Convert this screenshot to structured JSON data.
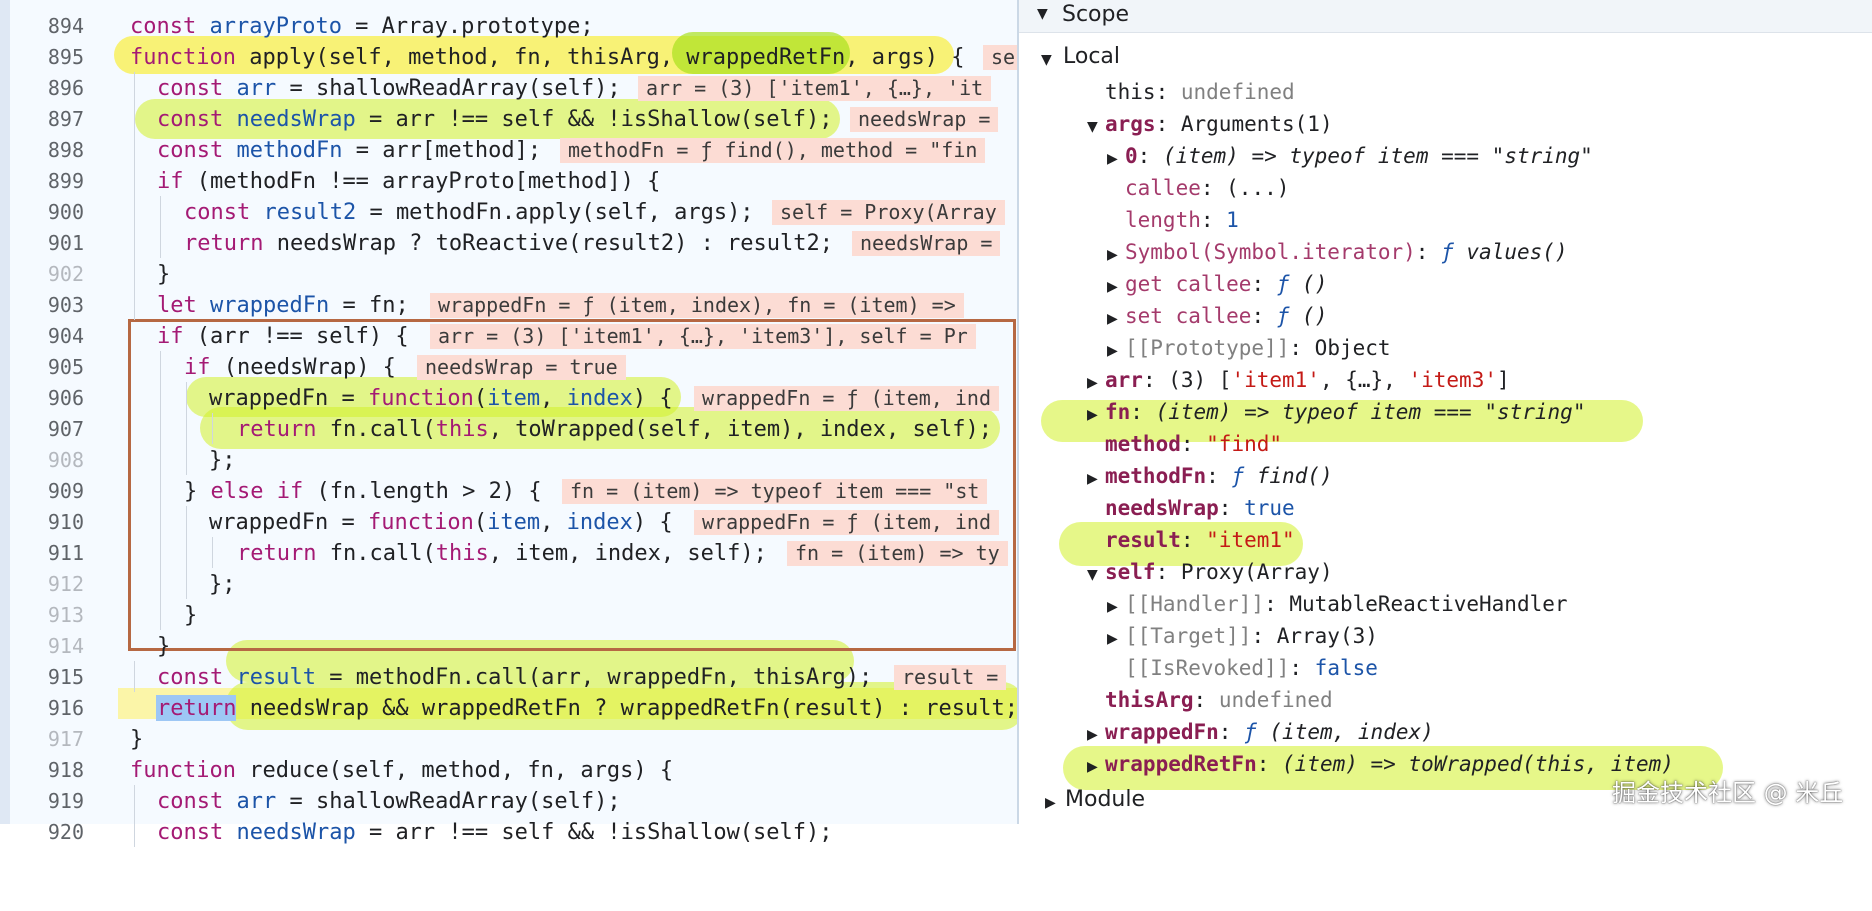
{
  "editor": {
    "lines": [
      {
        "n": "894",
        "t": "const arrayProto = Array.prototype;"
      },
      {
        "n": "895",
        "t": "function apply(self, method, fn, thisArg, wrappedRetFn, args) {",
        "i": "se"
      },
      {
        "n": "896",
        "t": "const arr = shallowReadArray(self);",
        "i": "arr = (3) ['item1', {…}, 'it"
      },
      {
        "n": "897",
        "t": "const needsWrap = arr !== self && !isShallow(self);",
        "i": "needsWrap ="
      },
      {
        "n": "898",
        "t": "const methodFn = arr[method];",
        "i": "methodFn = ƒ find(), method = \"fin"
      },
      {
        "n": "899",
        "t": "if (methodFn !== arrayProto[method]) {"
      },
      {
        "n": "900",
        "t": "const result2 = methodFn.apply(self, args);",
        "i": "self = Proxy(Array"
      },
      {
        "n": "901",
        "t": "return needsWrap ? toReactive(result2) : result2;",
        "i": "needsWrap ="
      },
      {
        "n": "902",
        "t": "}"
      },
      {
        "n": "903",
        "t": "let wrappedFn = fn;",
        "i": "wrappedFn = ƒ (item, index), fn = (item) =>"
      },
      {
        "n": "904",
        "t": "if (arr !== self) {",
        "i": "arr = (3) ['item1', {…}, 'item3'], self = Pr"
      },
      {
        "n": "905",
        "t": "if (needsWrap) {",
        "i": "needsWrap = true"
      },
      {
        "n": "906",
        "t": "wrappedFn = function(item, index) {",
        "i": "wrappedFn = ƒ (item, ind"
      },
      {
        "n": "907",
        "t": "return fn.call(this, toWrapped(self, item), index, self);"
      },
      {
        "n": "908",
        "t": "};"
      },
      {
        "n": "909",
        "t": "} else if (fn.length > 2) {",
        "i": "fn = (item) => typeof item === \"st"
      },
      {
        "n": "910",
        "t": "wrappedFn = function(item, index) {",
        "i": "wrappedFn = ƒ (item, ind"
      },
      {
        "n": "911",
        "t": "return fn.call(this, item, index, self);",
        "i": "fn = (item) => ty"
      },
      {
        "n": "912",
        "t": "};"
      },
      {
        "n": "913",
        "t": "}"
      },
      {
        "n": "914",
        "t": "}"
      },
      {
        "n": "915",
        "t": "const result = methodFn.call(arr, wrappedFn, thisArg);",
        "i": "result ="
      },
      {
        "n": "916",
        "t": "return needsWrap && wrappedRetFn ? wrappedRetFn(result) : result;"
      },
      {
        "n": "917",
        "t": "}"
      },
      {
        "n": "918",
        "t": "function reduce(self, method, fn, args) {"
      },
      {
        "n": "919",
        "t": "const arr = shallowReadArray(self);"
      },
      {
        "n": "920",
        "t": "const needsWrap = arr !== self && !isShallow(self);"
      }
    ]
  },
  "scope": {
    "header": "Scope",
    "local": "Local",
    "module": "Module",
    "items": {
      "this_k": "this",
      "this_v": "undefined",
      "args_k": "args",
      "args_v": "Arguments(1)",
      "a0_k": "0",
      "a0_v": "(item) => typeof item === \"string\"",
      "callee_k": "callee",
      "callee_v": "(...)",
      "length_k": "length",
      "length_v": "1",
      "sym_k": "Symbol(Symbol.iterator)",
      "sym_f": "ƒ",
      "sym_v": "values()",
      "getc_k": "get callee",
      "getc_f": "ƒ",
      "getc_v": "()",
      "setc_k": "set callee",
      "setc_f": "ƒ",
      "setc_v": "()",
      "proto_k": "[[Prototype]]",
      "proto_v": "Object",
      "arr_k": "arr",
      "arr_v1": "(3) [",
      "arr_s1": "'item1'",
      "arr_v2": ", {…}, ",
      "arr_s2": "'item3'",
      "arr_v3": "]",
      "fn_k": "fn",
      "fn_v": "(item) => typeof item === \"string\"",
      "method_k": "method",
      "method_v": "\"find\"",
      "methodFn_k": "methodFn",
      "methodFn_f": "ƒ",
      "methodFn_v": "find()",
      "needsWrap_k": "needsWrap",
      "needsWrap_v": "true",
      "result_k": "result",
      "result_v": "\"item1\"",
      "self_k": "self",
      "self_v": "Proxy(Array)",
      "handler_k": "[[Handler]]",
      "handler_v": "MutableReactiveHandler",
      "target_k": "[[Target]]",
      "target_v": "Array(3)",
      "revoked_k": "[[IsRevoked]]",
      "revoked_v": "false",
      "thisArg_k": "thisArg",
      "thisArg_v": "undefined",
      "wrappedFn_k": "wrappedFn",
      "wrappedFn_f": "ƒ",
      "wrappedFn_v": "(item, index)",
      "wrappedRetFn_k": "wrappedRetFn",
      "wrappedRetFn_v": "(item) => toWrapped(this, item)"
    }
  },
  "watermark": "掘金技术社区 @ 米丘"
}
